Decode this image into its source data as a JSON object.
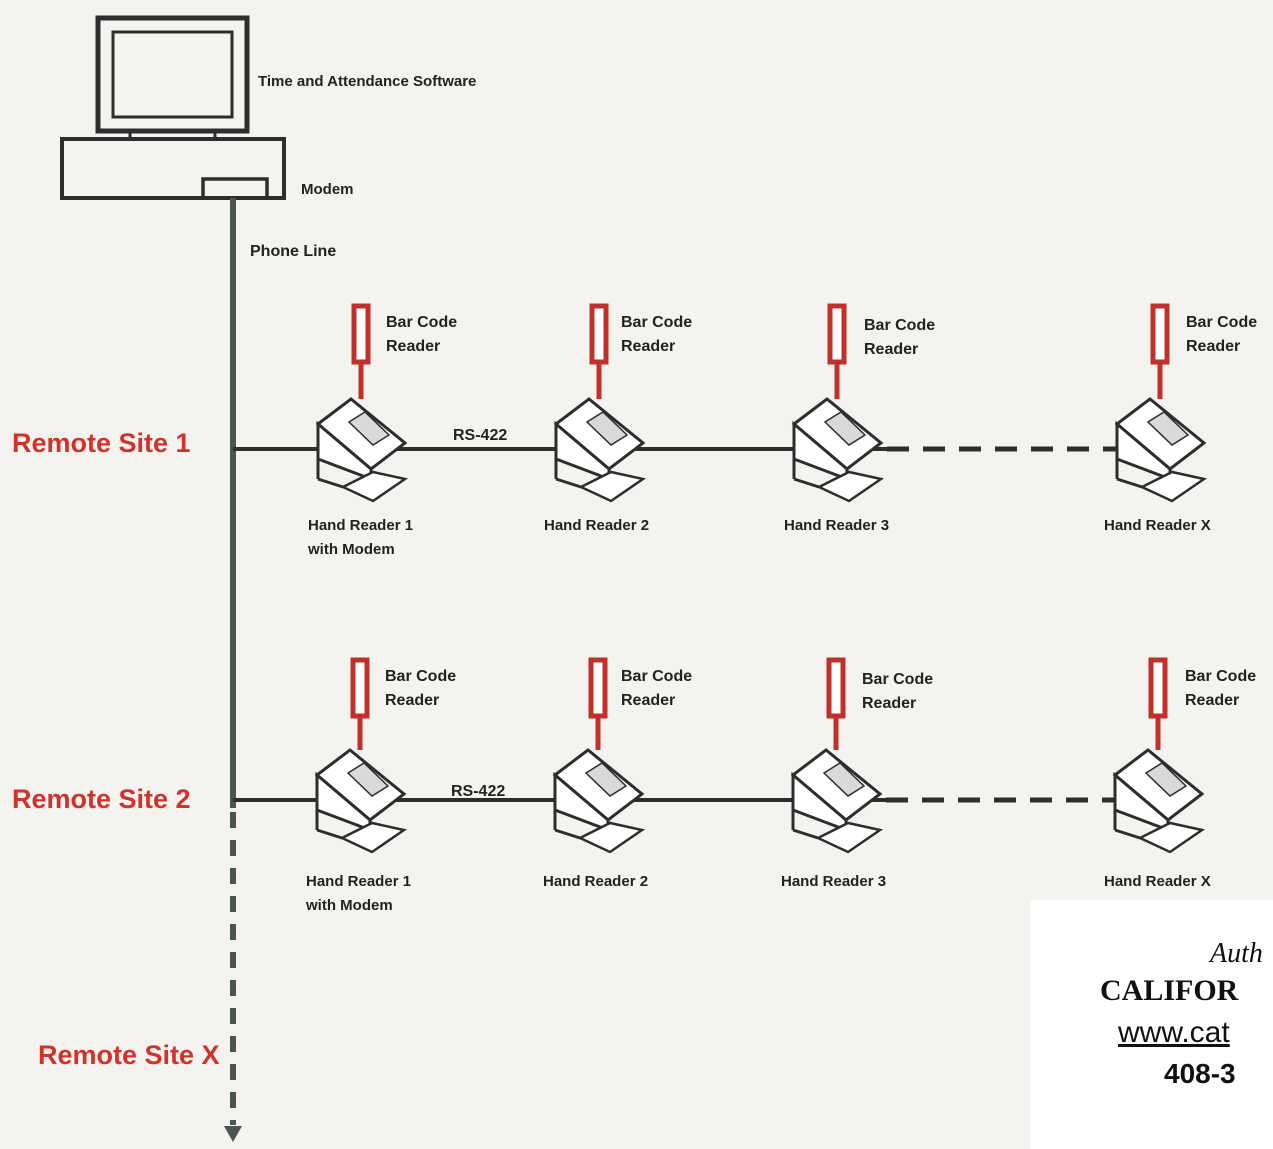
{
  "computer": {
    "software_label": "Time and Attendance Software",
    "modem_label": "Modem",
    "phone_line_label": "Phone Line"
  },
  "sites": [
    {
      "label": "Remote Site 1",
      "link_label": "RS-422",
      "readers": [
        {
          "name_lines": [
            "Hand Reader 1",
            "with Modem"
          ],
          "barcode_lines": [
            "Bar Code",
            "Reader"
          ]
        },
        {
          "name_lines": [
            "Hand Reader 2"
          ],
          "barcode_lines": [
            "Bar Code",
            "Reader"
          ]
        },
        {
          "name_lines": [
            "Hand Reader 3"
          ],
          "barcode_lines": [
            "Bar Code",
            "Reader"
          ]
        },
        {
          "name_lines": [
            "Hand Reader X"
          ],
          "barcode_lines": [
            "Bar Code",
            "Reader"
          ]
        }
      ]
    },
    {
      "label": "Remote Site 2",
      "link_label": "RS-422",
      "readers": [
        {
          "name_lines": [
            "Hand Reader 1",
            "with Modem"
          ],
          "barcode_lines": [
            "Bar Code",
            "Reader"
          ]
        },
        {
          "name_lines": [
            "Hand Reader 2"
          ],
          "barcode_lines": [
            "Bar Code",
            "Reader"
          ]
        },
        {
          "name_lines": [
            "Hand Reader 3"
          ],
          "barcode_lines": [
            "Bar Code",
            "Reader"
          ]
        },
        {
          "name_lines": [
            "Hand Reader X"
          ],
          "barcode_lines": [
            "Bar Code",
            "Reader"
          ]
        }
      ]
    }
  ],
  "last_site": {
    "label": "Remote Site X"
  },
  "stamp": {
    "line1": "Auth",
    "line2": "CALIFOR",
    "line3": "www.cat",
    "line4": "408-3"
  },
  "colors": {
    "site_label": "#d1332c",
    "barcode_reader": "#c0312b",
    "line": "#2d2d2d",
    "trunk": "#4a5552"
  }
}
